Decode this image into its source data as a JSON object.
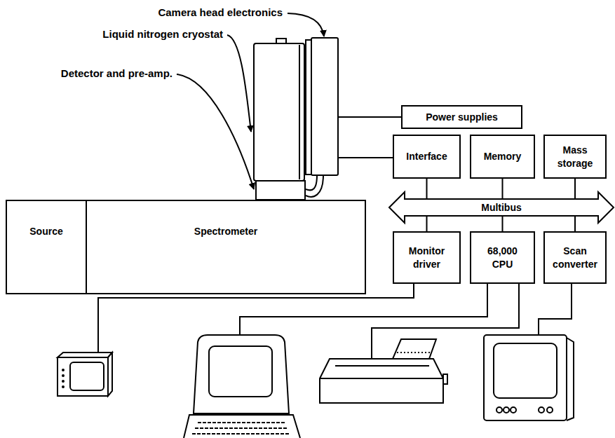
{
  "diagram": {
    "nodes": [
      {
        "text": [
          "Power supplies"
        ]
      },
      {
        "text": [
          "Interface"
        ]
      },
      {
        "text": [
          "Memory"
        ]
      },
      {
        "text": [
          "Mass storage"
        ]
      },
      {
        "text": [
          "Multibus"
        ]
      },
      {
        "text": [
          "Source"
        ]
      },
      {
        "text": [
          "Spectrometer"
        ]
      },
      {
        "text": [
          "Monitor driver"
        ]
      },
      {
        "text": [
          "68,000 CPU"
        ]
      },
      {
        "text": [
          "Scan converter"
        ]
      }
    ],
    "edges": [
      {
        "from": 1,
        "to": 4,
        "arrow": "none"
      },
      {
        "from": 2,
        "to": 4,
        "arrow": "none"
      },
      {
        "from": 3,
        "to": 4,
        "arrow": "none"
      },
      {
        "from": 7,
        "to": 4,
        "arrow": "none"
      },
      {
        "from": 8,
        "to": 4,
        "arrow": "none"
      },
      {
        "from": 9,
        "to": 4,
        "arrow": "none"
      }
    ],
    "labels": [
      "Camera head electronics",
      "Liquid nitrogen cryostat",
      "Detector and pre-amp."
    ]
  }
}
